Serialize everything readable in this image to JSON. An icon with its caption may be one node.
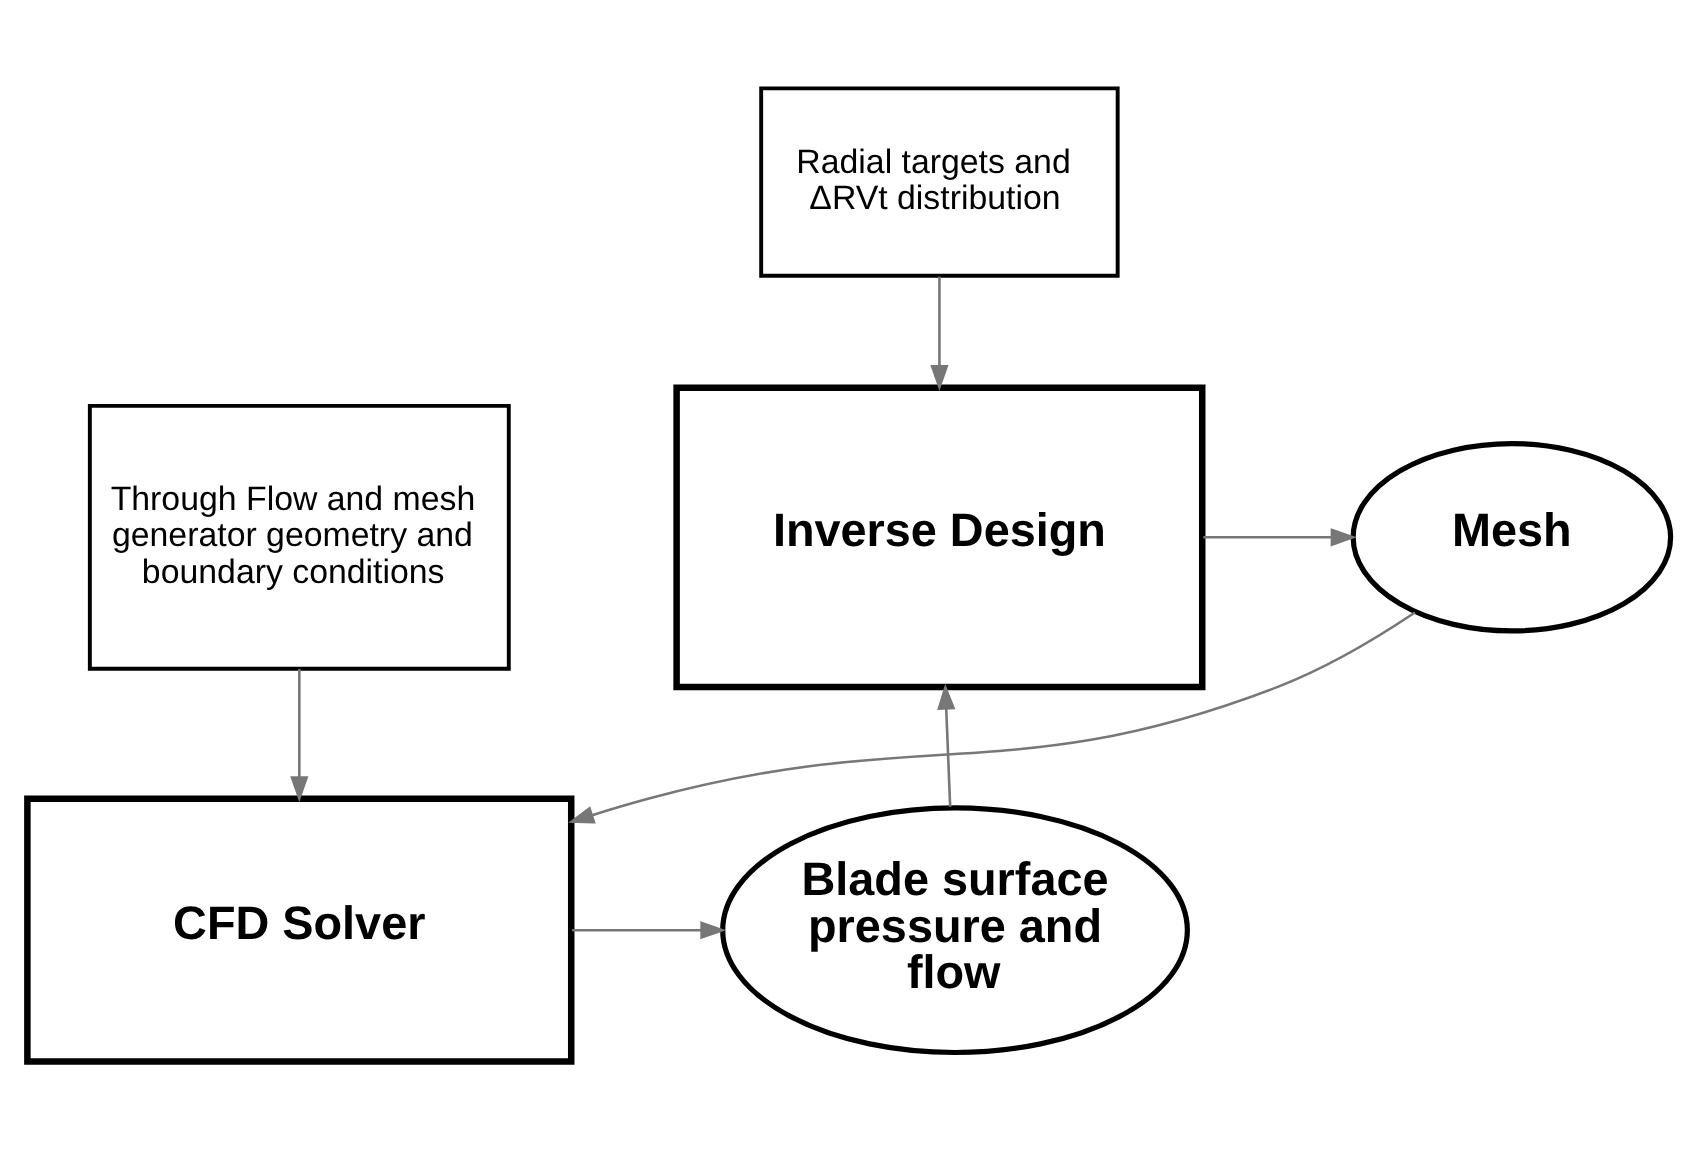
{
  "diagram": {
    "nodes": [
      {
        "text": [
          "Radial targets and ΔRVt distribution"
        ]
      },
      {
        "text": [
          "Through Flow and mesh generator geometry and boundary conditions"
        ]
      },
      {
        "text": [
          "Mesh"
        ]
      },
      {
        "text": [
          "Inverse Design"
        ]
      },
      {
        "text": [
          "CFD Solver"
        ]
      },
      {
        "text": [
          "Blade surface pressure and flow"
        ]
      }
    ],
    "edges": [
      {
        "from": 0,
        "to": 3,
        "arrow": "to"
      },
      {
        "from": 3,
        "to": 2,
        "arrow": "to"
      },
      {
        "from": 2,
        "to": 4,
        "arrow": "to"
      },
      {
        "from": 1,
        "to": 4,
        "arrow": "to"
      },
      {
        "from": 4,
        "to": 5,
        "arrow": "to"
      },
      {
        "from": 5,
        "to": 3,
        "arrow": "to"
      }
    ]
  }
}
